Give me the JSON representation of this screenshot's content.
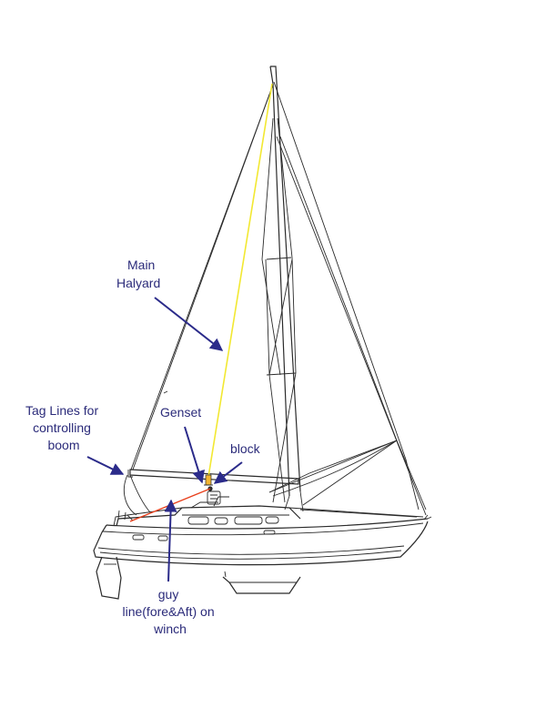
{
  "labels": {
    "main_halyard": [
      "Main",
      "Halyard"
    ],
    "tag_lines": [
      "Tag Lines for",
      "controlling",
      "boom"
    ],
    "genset": "Genset",
    "block": "block",
    "guy_line": [
      "guy",
      "line(fore&Aft) on",
      "winch"
    ]
  },
  "colors": {
    "label_text": "#2b2b7a",
    "arrow": "#2b2b8a",
    "halyard": "#f2e832",
    "guy_line": "#e8401c",
    "rigging": "#2a2a2a"
  }
}
